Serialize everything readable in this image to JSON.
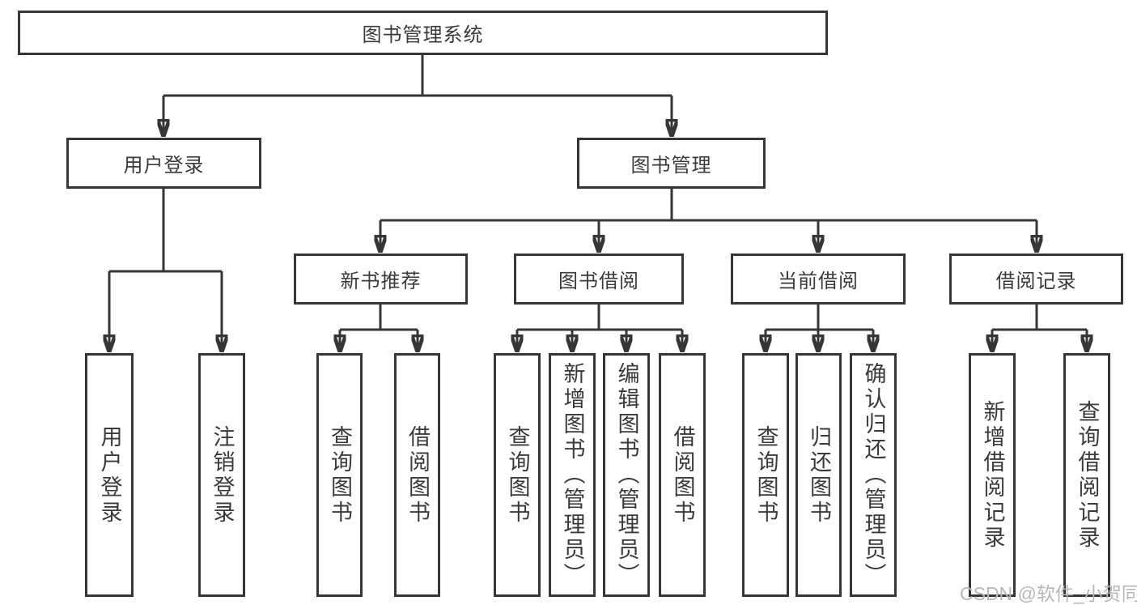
{
  "diagram": {
    "root": {
      "label": "图书管理系统"
    },
    "sections": [
      {
        "label": "用户登录",
        "leaves": [
          {
            "label": "用户登录"
          },
          {
            "label": "注销登录"
          }
        ]
      },
      {
        "label": "图书管理",
        "subsections": [
          {
            "label": "新书推荐",
            "leaves": [
              {
                "label": "查询图书"
              },
              {
                "label": "借阅图书"
              }
            ]
          },
          {
            "label": "图书借阅",
            "leaves": [
              {
                "label": "查询图书"
              },
              {
                "label": "新增图书（管理员）"
              },
              {
                "label": "编辑图书（管理员）"
              },
              {
                "label": "借阅图书"
              }
            ]
          },
          {
            "label": "当前借阅",
            "leaves": [
              {
                "label": "查询图书"
              },
              {
                "label": "归还图书"
              },
              {
                "label": "确认归还（管理员）"
              }
            ]
          },
          {
            "label": "借阅记录",
            "leaves": [
              {
                "label": "新增借阅记录"
              },
              {
                "label": "查询借阅记录"
              }
            ]
          }
        ]
      }
    ]
  },
  "watermark": {
    "text": "CSDN @软件_小贺同学"
  },
  "colors": {
    "line": "#363636",
    "box_border": "#363636",
    "text": "#3a3a3a",
    "watermark": "#b7b7b7",
    "background": "#ffffff"
  }
}
